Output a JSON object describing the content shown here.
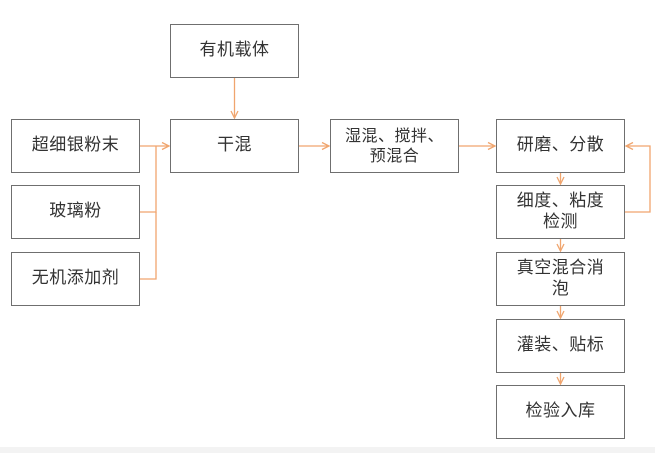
{
  "diagram": {
    "nodes": {
      "carrier": "有机载体",
      "silver": "超细银粉末",
      "glass": "玻璃粉",
      "additive": "无机添加剂",
      "dry": "干混",
      "wet_line1": "湿混、搅拌、",
      "wet_line2": "预混合",
      "grind": "研磨、分散",
      "fineness_line1": "细度、粘度",
      "fineness_line2": "检测",
      "vacuum_line1": "真空混合消",
      "vacuum_line2": "泡",
      "filling": "灌装、贴标",
      "storage": "检验入库"
    },
    "edges": [
      [
        "carrier",
        "dry"
      ],
      [
        "silver",
        "dry"
      ],
      [
        "glass",
        "dry"
      ],
      [
        "additive",
        "dry"
      ],
      [
        "dry",
        "wet"
      ],
      [
        "wet",
        "grind"
      ],
      [
        "grind",
        "fineness"
      ],
      [
        "fineness",
        "grind"
      ],
      [
        "fineness",
        "vacuum"
      ],
      [
        "vacuum",
        "filling"
      ],
      [
        "filling",
        "storage"
      ]
    ],
    "colors": {
      "connector": "#f0a56e",
      "box_border": "#6f6f6f",
      "text": "#333333"
    }
  }
}
